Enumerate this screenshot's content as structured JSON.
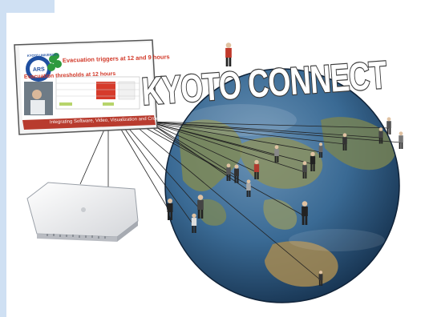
{
  "title": "KYOTO CONNECT",
  "screen": {
    "logo_top": "KYOTO UNIVERSITY",
    "logo_center": "ARS",
    "headline": "Evacuation triggers at 12 and 9 hours",
    "subhead": "Evacuation thresholds at 12 hours",
    "footer": "Integrating Software, Video, Visualization and Crowd Control"
  },
  "colors": {
    "frame_blue": "#cfe0f3",
    "title_text": "#ffffff",
    "headline_red": "#d23a2a",
    "screen_footer": "#b83b2e",
    "ocean": "#2b5e8c",
    "land": "#7f8a56"
  },
  "icons": [
    "wifi-router-icon",
    "globe-icon",
    "person-icon",
    "clover-logo-icon"
  ]
}
